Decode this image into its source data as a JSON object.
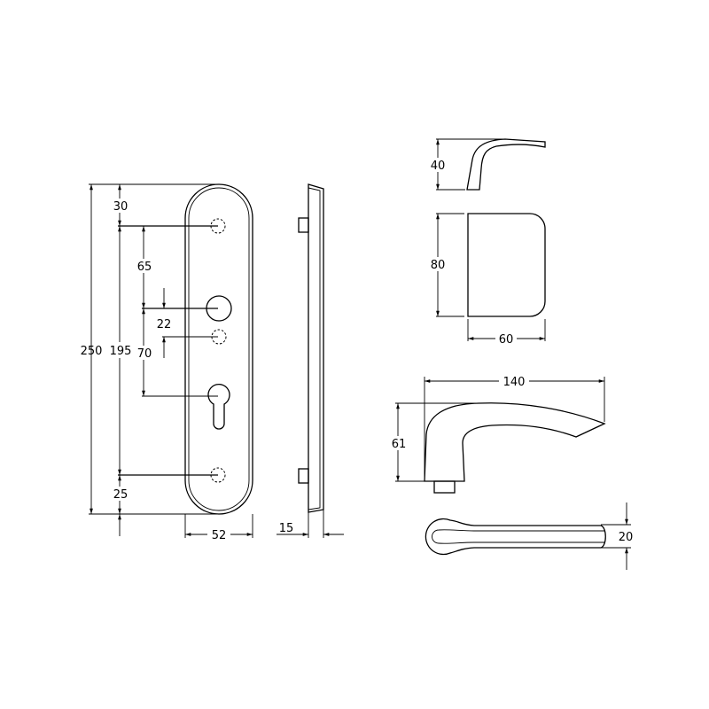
{
  "line_color": "#000000",
  "background": "#ffffff",
  "backplate": {
    "overall_height": "250",
    "hole_span": "195",
    "top_offset": "30",
    "bottom_offset": "25",
    "handle_offset": "65",
    "key_offset": "70",
    "small_offset": "22",
    "width": "52"
  },
  "side_view": {
    "thickness": "15"
  },
  "handle_side": {
    "height": "40"
  },
  "rose": {
    "height": "80",
    "width": "60"
  },
  "lever": {
    "length": "140",
    "height": "61"
  },
  "lever_top": {
    "width": "20"
  }
}
